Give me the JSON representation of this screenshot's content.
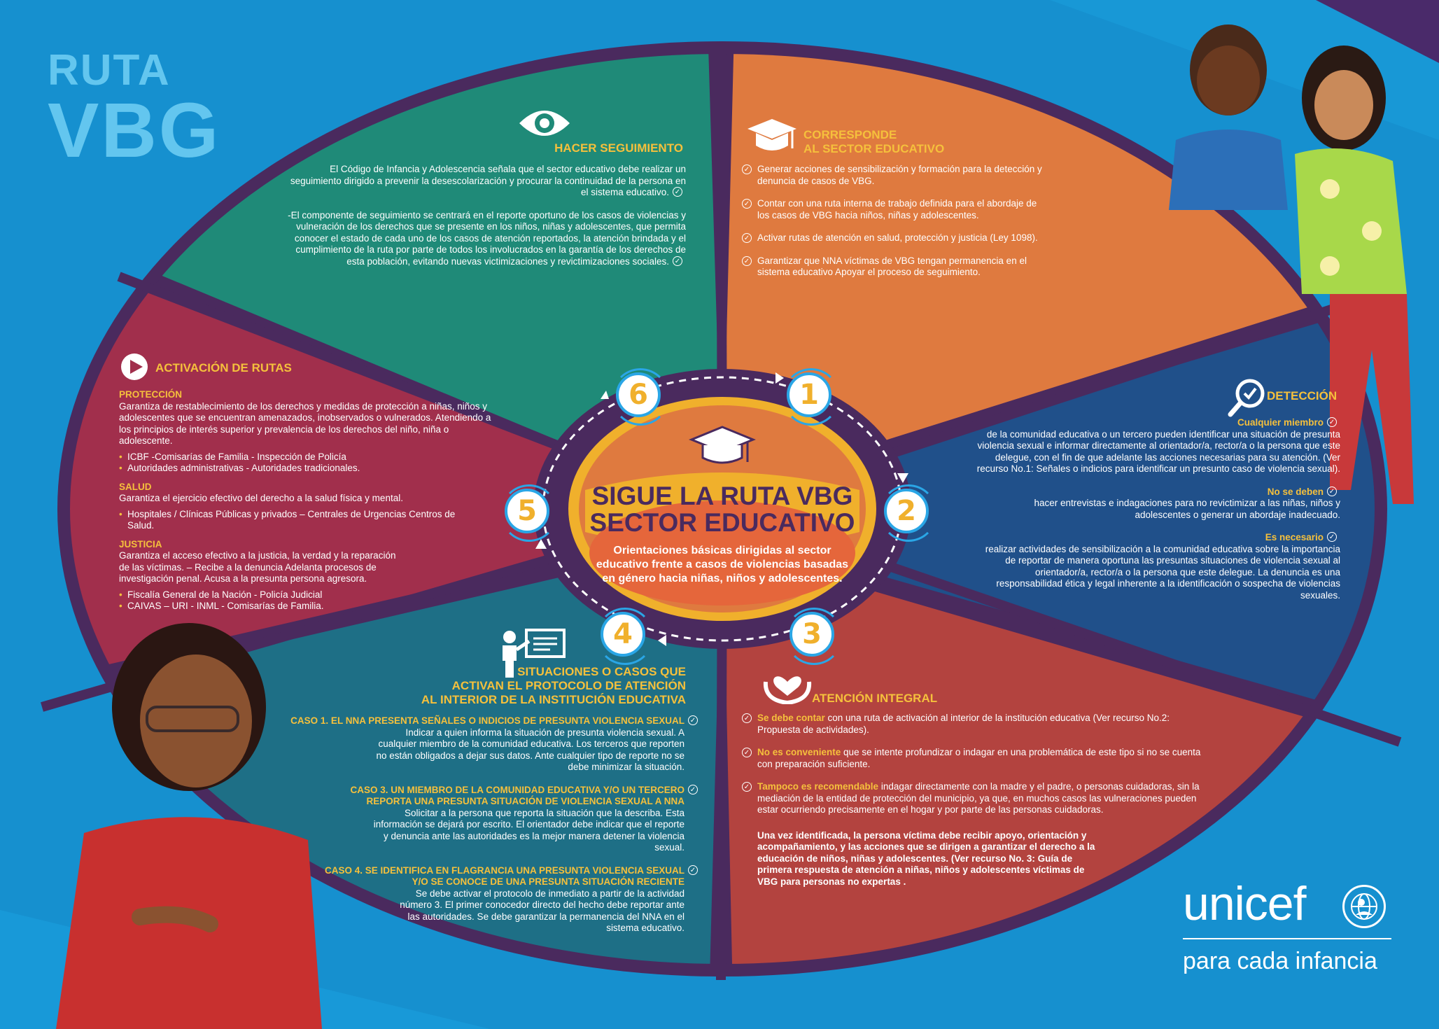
{
  "brand": {
    "title_line1": "RUTA",
    "title_line2": "VBG",
    "logo": "unicef",
    "tagline": "para cada infancia"
  },
  "colors": {
    "background": "#1690cf",
    "teal": "#1f8a78",
    "orange": "#df7a3f",
    "navy": "#20508a",
    "red": "#b3433f",
    "petrol": "#1e6f86",
    "crimson": "#a12f4c",
    "ring": "#4a2a5e",
    "accent_yellow": "#f5c03c"
  },
  "center": {
    "title_line1": "SIGUE LA RUTA VBG",
    "title_line2": "SECTOR EDUCATIVO",
    "subtitle": "Orientaciones básicas dirigidas al sector educativo frente a casos de violencias basadas en género hacia niñas, niños y adolescentes.",
    "icon": "graduation-cap-icon"
  },
  "steps": [
    "1",
    "2",
    "3",
    "4",
    "5",
    "6"
  ],
  "seguimiento": {
    "icon": "eye-icon",
    "title": "HACER SEGUIMIENTO",
    "p1": "El Código de Infancia y Adolescencia señala que el sector educativo debe realizar un seguimiento dirigido a prevenir la desescolarización y procurar la continuidad de la persona en el sistema educativo.",
    "p2": "-El componente de seguimiento se centrará en el reporte oportuno de los casos de violencias y vulneración de los derechos que se presente en los niños, niñas y adolescentes, que permita conocer el estado de cada uno de los casos de atención reportados, la atención brindada y el cumplimiento de la ruta por parte de todos los involucrados en la garantía de los derechos de esta población, evitando nuevas victimizaciones y revictimizaciones sociales."
  },
  "corresponde": {
    "icon": "graduation-cap-icon",
    "title_line1": "CORRESPONDE",
    "title_line2": "AL SECTOR EDUCATIVO",
    "items": [
      "Generar acciones de sensibilización y formación para la detección y denuncia de casos de VBG.",
      "Contar con una ruta interna de trabajo definida para el abordaje de los casos de VBG hacia niños, niñas y adolescentes.",
      "Activar rutas de atención en salud, protección y justicia (Ley 1098).",
      "Garantizar que NNA víctimas de VBG tengan permanencia en el sistema educativo Apoyar el proceso de seguimiento."
    ]
  },
  "deteccion": {
    "icon": "magnifier-check-icon",
    "title": "DETECCIÓN",
    "items": [
      {
        "label": "Cualquier miembro",
        "text": "de la comunidad educativa o un tercero pueden identificar una situación de presunta violencia sexual e informar directamente al orientador/a, rector/a o la persona que este delegue, con el fin de que adelante las acciones necesarias para su atención. (Ver recurso No.1: Señales o indicios para identificar un presunto caso de violencia sexual)."
      },
      {
        "label": "No se deben",
        "text": "hacer entrevistas e indagaciones para no revictimizar a las niñas, niños y adolescentes o generar un abordaje inadecuado."
      },
      {
        "label": "Es necesario",
        "text": "realizar actividades de sensibilización a la comunidad educativa sobre la importancia de reportar de manera oportuna las presuntas situaciones de violencia sexual al orientador/a, rector/a o la persona que este delegue. La denuncia es una responsabilidad ética y legal inherente a la identificación o sospecha de violencias sexuales."
      }
    ]
  },
  "atencion": {
    "icon": "heart-hands-icon",
    "title": "ATENCIÓN INTEGRAL",
    "items": [
      {
        "label": "Se debe contar",
        "text": " con una ruta de activación al interior de la institución educativa (Ver recurso No.2: Propuesta de actividades)."
      },
      {
        "label": "No es conveniente",
        "text": " que se intente profundizar o indagar en una problemática de este tipo si no se cuenta con preparación suficiente."
      },
      {
        "label": "Tampoco es recomendable",
        "text": " indagar directamente con la madre y el padre, o personas cuidadoras, sin la mediación de la entidad de protección del municipio, ya que, en muchos casos las vulneraciones pueden estar ocurriendo precisamente en el hogar y por parte de las personas cuidadoras."
      }
    ],
    "closing": "Una vez identificada, la persona víctima debe recibir apoyo, orientación y acompañamiento, y las acciones que se dirigen a garantizar el derecho a la educación de niños, niñas y adolescentes. (Ver recurso No. 3: Guía de primera respuesta de atención a niñas, niños y adolescentes víctimas de VBG para personas no expertas ."
  },
  "situaciones": {
    "icon": "teacher-board-icon",
    "title_line1": "SITUACIONES O CASOS QUE",
    "title_line2": "ACTIVAN EL PROTOCOLO DE ATENCIÓN",
    "title_line3": "AL INTERIOR DE LA INSTITUCIÓN EDUCATIVA",
    "cases": [
      {
        "title": "CASO 1. EL NNA PRESENTA SEÑALES O INDICIOS DE PRESUNTA VIOLENCIA SEXUAL",
        "text": "Indicar a quien informa la situación de presunta violencia sexual. A cualquier miembro de la comunidad educativa. Los terceros que reporten no están obligados a dejar sus datos. Ante cualquier tipo de reporte no se debe minimizar la situación."
      },
      {
        "title": "CASO 3. UN MIEMBRO DE LA COMUNIDAD EDUCATIVA Y/O UN TERCERO REPORTA UNA PRESUNTA SITUACIÓN DE VIOLENCIA SEXUAL A NNA",
        "text": "Solicitar a la persona que reporta la situación que la describa. Esta información se dejará por escrito. El orientador debe indicar que el reporte y denuncia ante las autoridades es la mejor manera detener la violencia sexual."
      },
      {
        "title": "CASO 4. SE IDENTIFICA EN FLAGRANCIA UNA PRESUNTA VIOLENCIA SEXUAL Y/O SE CONOCE DE UNA PRESUNTA SITUACIÓN RECIENTE",
        "text": "Se debe activar el protocolo de inmediato a partir de la actividad número 3. El primer conocedor directo del hecho debe reportar ante las autoridades. Se debe garantizar la permanencia del NNA en el sistema educativo."
      }
    ]
  },
  "activacion": {
    "icon": "play-icon",
    "title": "ACTIVACIÓN DE RUTAS",
    "groups": [
      {
        "title": "PROTECCIÓN",
        "text": "Garantiza de restablecimiento de los derechos y medidas de protección a niñas, niños y adolescentes que se encuentran amenazados, inobservados o vulnerados. Atendiendo a los principios de interés superior y prevalencia de los derechos del niño, niña o adolescente.",
        "bullets": [
          "ICBF -Comisarías de Familia - Inspección de Policía",
          "Autoridades administrativas - Autoridades tradicionales."
        ]
      },
      {
        "title": "SALUD",
        "text": "Garantiza el ejercicio efectivo del derecho a la salud física y mental.",
        "bullets": [
          "Hospitales / Clínicas Públicas y privados – Centrales de Urgencias Centros de Salud."
        ]
      },
      {
        "title": "JUSTICIA",
        "text": "Garantiza el acceso efectivo a la justicia, la verdad y la reparación de las víctimas. – Recibe a la denuncia Adelanta procesos de investigación penal. Acusa a la presunta persona agresora.",
        "bullets": [
          "Fiscalía General de la Nación - Policía Judicial",
          "CAIVAS – URI - INML - Comisarías de Familia."
        ]
      }
    ]
  }
}
